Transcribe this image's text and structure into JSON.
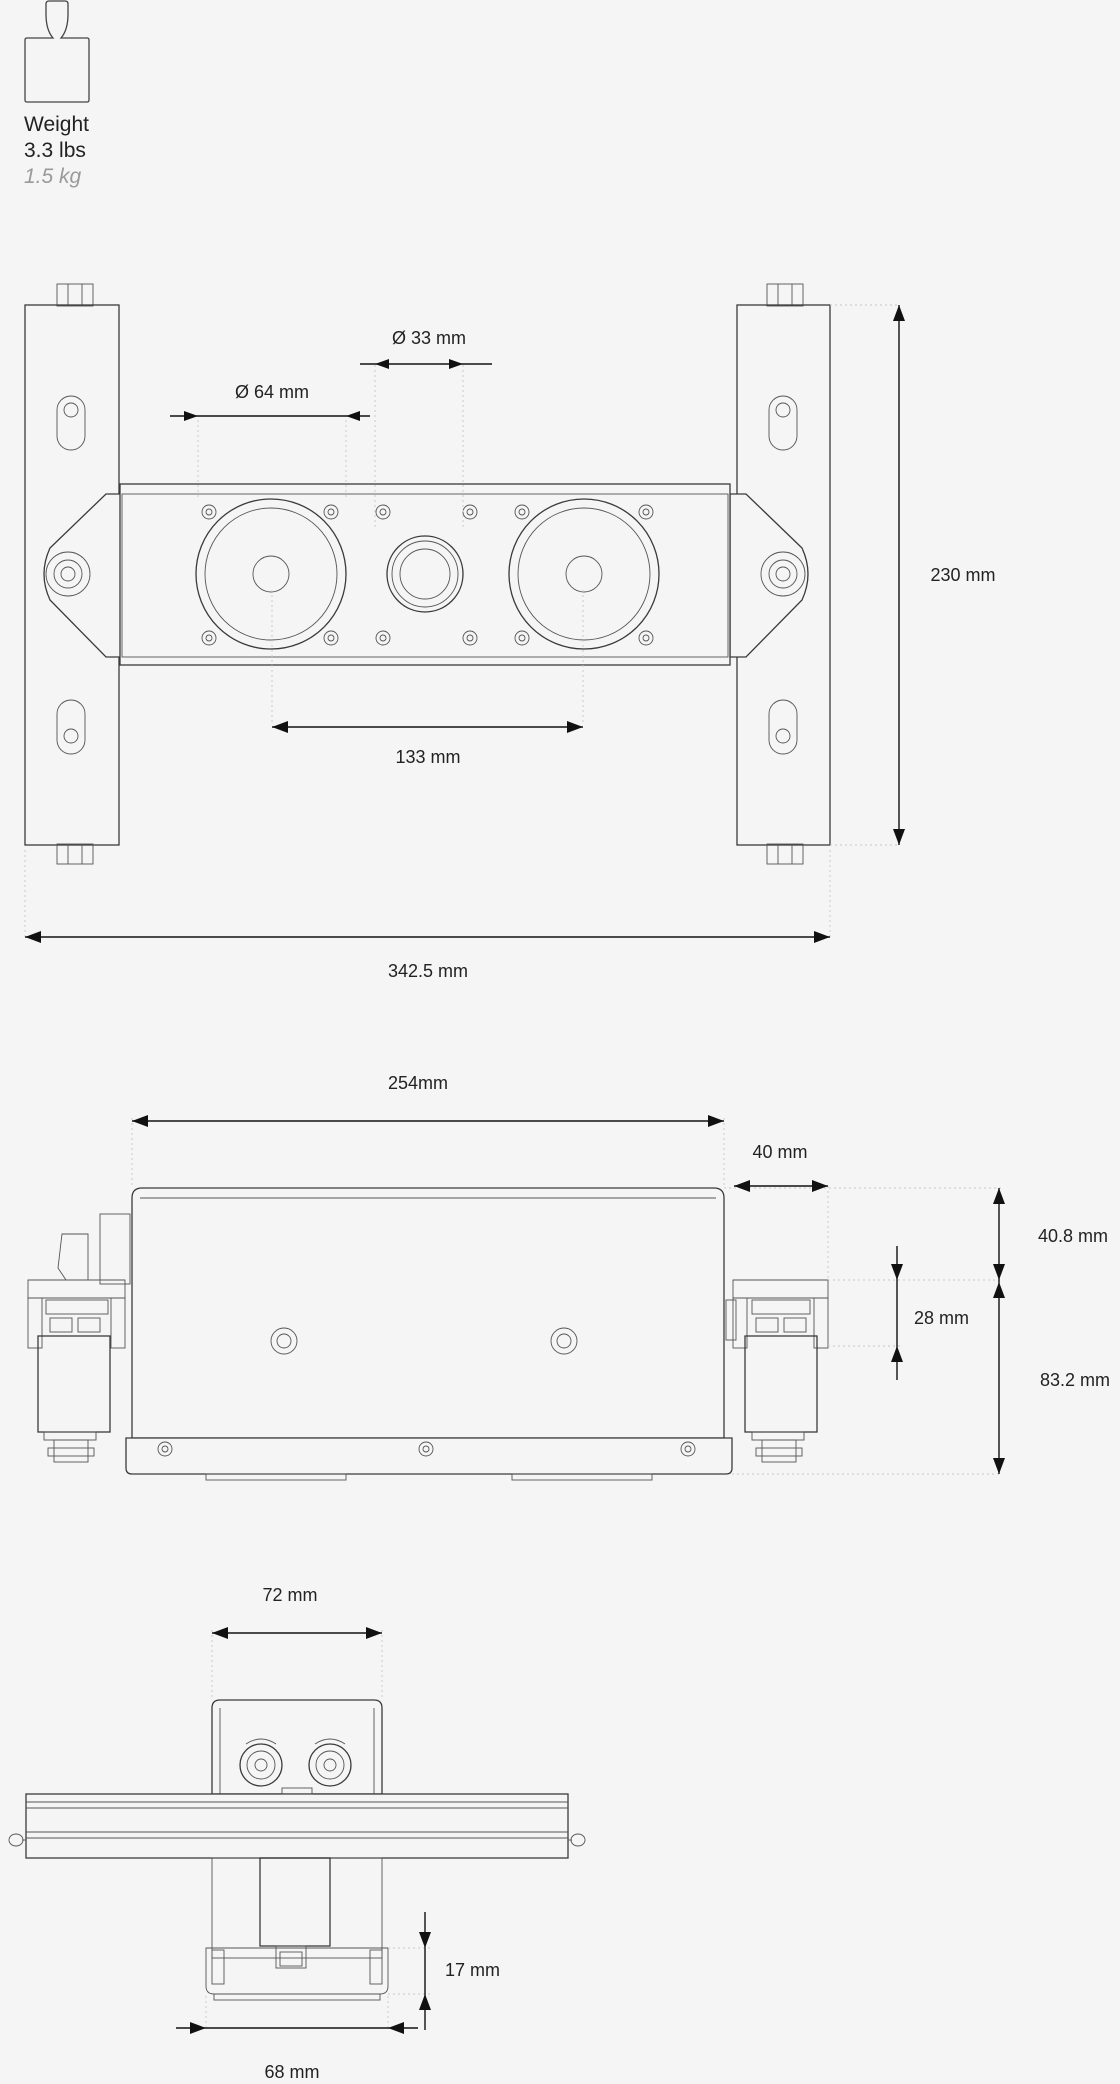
{
  "weight": {
    "label": "Weight",
    "lbs": "3.3 lbs",
    "kg": "1.5 kg",
    "icon": "weight-icon"
  },
  "top_view": {
    "dim_outer_diameter": "Ø 64 mm",
    "dim_center_diameter": "Ø 33 mm",
    "dim_speaker_spacing": "133 mm",
    "dim_height": "230 mm",
    "dim_total_width": "342.5 mm"
  },
  "side_view": {
    "dim_body_width": "254mm",
    "dim_bracket_width": "40 mm",
    "dim_top_offset": "40.8 mm",
    "dim_rail_height": "28 mm",
    "dim_lower_height": "83.2 mm"
  },
  "end_view": {
    "dim_top_width": "72 mm",
    "dim_foot_height": "17 mm",
    "dim_bottom_width": "68 mm"
  },
  "colors": {
    "background": "#f5f5f5",
    "line": "#3a3a3a",
    "dimension": "#111111",
    "muted_text": "#9a9a9a"
  }
}
